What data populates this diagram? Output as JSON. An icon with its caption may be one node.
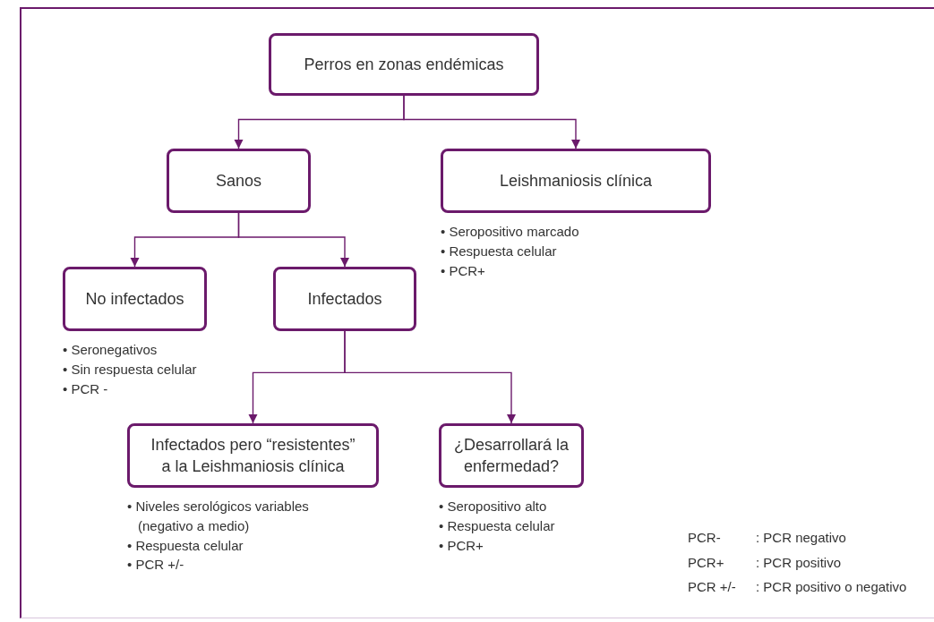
{
  "diagram": {
    "nodes": [
      {
        "text": [
          "Perros en zonas endémicas"
        ]
      },
      {
        "text": [
          "Sanos"
        ]
      },
      {
        "text": [
          "Leishmaniosis clínica"
        ],
        "beside": [
          "• Seropositivo marcado",
          "• Respuesta celular",
          "• PCR+"
        ]
      },
      {
        "text": [
          "No infectados"
        ],
        "beside": [
          "• Seronegativos",
          "• Sin respuesta celular",
          "• PCR -"
        ]
      },
      {
        "text": [
          "Infectados"
        ]
      },
      {
        "text": [
          "Infectados pero “resistentes” a la Leishmaniosis clínica"
        ],
        "beside": [
          "• Niveles serológicos variables (negativo a medio)",
          "• Respuesta celular",
          "• PCR +/-"
        ]
      },
      {
        "text": [
          "¿Desarrollará la enfermedad?"
        ],
        "beside": [
          "• Seropositivo alto",
          "• Respuesta celular",
          "• PCR+"
        ]
      }
    ],
    "edges": [
      {
        "from": 0,
        "to": 1,
        "arrow": "to"
      },
      {
        "from": 0,
        "to": 2,
        "arrow": "to"
      },
      {
        "from": 1,
        "to": 3,
        "arrow": "to"
      },
      {
        "from": 1,
        "to": 4,
        "arrow": "to"
      },
      {
        "from": 4,
        "to": 5,
        "arrow": "to"
      },
      {
        "from": 4,
        "to": 6,
        "arrow": "to"
      }
    ],
    "labels": [
      "PCR-",
      ": PCR negativo",
      "PCR+",
      ": PCR positivo",
      "PCR +/-",
      ": PCR positivo o negativo"
    ]
  }
}
